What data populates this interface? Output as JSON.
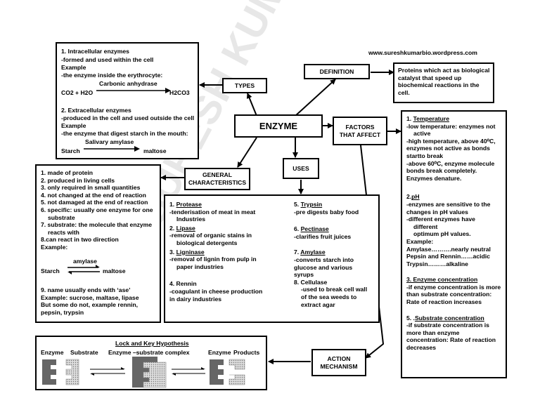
{
  "website": "www.sureshkumarbio.wordpress.com",
  "watermark": "SURESH KUMAR",
  "center": "ENZYME",
  "definition": {
    "label": "DEFINITION",
    "text": [
      "Proteins which act as biological",
      "catalyst that speed up",
      "biochemical reactions in the",
      "cell."
    ]
  },
  "types": {
    "label": "TYPES",
    "intra_title": "1. Intracellular enzymes",
    "intra_lines": [
      "-formed and used within the cell",
      "Example",
      "-the enzyme inside the erythrocyte:"
    ],
    "intra_enzyme": "Carbonic anhydrase",
    "intra_reactant": "CO2 +  H2O",
    "intra_product": "H2CO3",
    "extra_title": "2. Extracellular enzymes",
    "extra_lines": [
      "-produced in the cell and used outside the cell",
      "Example",
      "-the enzyme that digest starch in the mouth:"
    ],
    "extra_enzyme": "Salivary amylase",
    "extra_reactant": "Starch",
    "extra_product": "maltose"
  },
  "factors": {
    "label_1": "FACTORS",
    "label_2": "THAT AFFECT",
    "temp_num": "1.",
    "temp_title": "Temperature",
    "temp_lines": [
      "-low temperature: enzymes not",
      "active",
      "-high temperature, above 40⁰C,",
      "enzymes not active as bonds",
      "startto break",
      "-above 60⁰C, enzyme molecule",
      "bonds break completely.",
      "Enzymes denature."
    ],
    "ph_num": "2.",
    "ph_title": "pH",
    "ph_lines": [
      "-enzymes are sensitive to the",
      "changes in pH values",
      "-different enzymes have",
      "different",
      "optimum pH values.",
      "Example:",
      "Amylase……….nearly neutral",
      "Pepsin and Rennin……acidic",
      "Trypsin………alkaline"
    ],
    "ec_title": "3. Enzyme concentration",
    "ec_lines": [
      "-if enzyme concentration is more",
      "than substrate concentration:",
      "Rate of reaction increases"
    ],
    "sc_num": "5. .",
    "sc_title": "Substrate concentration",
    "sc_lines": [
      "-if substrate concentration is",
      "more than enzyme",
      "concentration: Rate of reaction",
      "decreases"
    ]
  },
  "general": {
    "label_1": "GENERAL",
    "label_2": "CHARACTERISTICS",
    "items": [
      "1. made of protein",
      "2. produced in living cells",
      "3. only required in small quantities",
      "4. not changed at the end of reaction",
      "5. not damaged at the end  of reaction",
      "6. specific: usually one enzyme for one",
      "substrate",
      "7. substrate: the molecule  that enzyme",
      "reacts with",
      "8.can react in two direction",
      "Example:"
    ],
    "amylase": "amylase",
    "starch": "Starch",
    "maltose": "maltose",
    "name_lines": [
      "9. name usually ends with ‘ase’",
      "Example: sucrose, maltase, lipase",
      "But some do not, example rennin,",
      "pepsin, trypsin"
    ]
  },
  "uses": {
    "label": "USES",
    "protease": {
      "num": "1.",
      "title": "Protease",
      "lines": [
        "-tenderisation of meat in meat",
        "Industries"
      ]
    },
    "lipase": {
      "num": "2.",
      "title": "Lipase",
      "lines": [
        "-removal of organic stains in",
        "biological detergents"
      ]
    },
    "ligninase": {
      "num": "3.",
      "title": "Ligninase",
      "lines": [
        "-removal of lignin from pulp in",
        "paper industries"
      ]
    },
    "rennin": {
      "title": "4. Rennin",
      "lines": [
        "-coagulant in cheese production",
        "in dairy industries"
      ]
    },
    "trypsin": {
      "num": "5.",
      "title": "Trypsin",
      "lines": [
        "-pre digests baby food"
      ]
    },
    "pectinase": {
      "num": "6.",
      "title": "Pectinase",
      "lines": [
        "-clarifies fruit juices"
      ]
    },
    "amylase": {
      "num": "7.",
      "title": "Amylase",
      "lines": [
        "-converts starch into",
        "glucose and various",
        "syrups"
      ]
    },
    "cellulase": {
      "title": "8. Cellulase",
      "lines": [
        "-used to break cell wall",
        "of the sea weeds to",
        "extract agar"
      ]
    }
  },
  "action": {
    "label_1": "ACTION",
    "label_2": "MECHANISM",
    "title": "Lock and Key Hypothesis",
    "h_enzyme": "Enzyme",
    "h_substrate": "Substrate",
    "h_complex": "Enzyme –substrate complex",
    "h_enzyme2": "Enzyme",
    "h_products": "Products"
  }
}
